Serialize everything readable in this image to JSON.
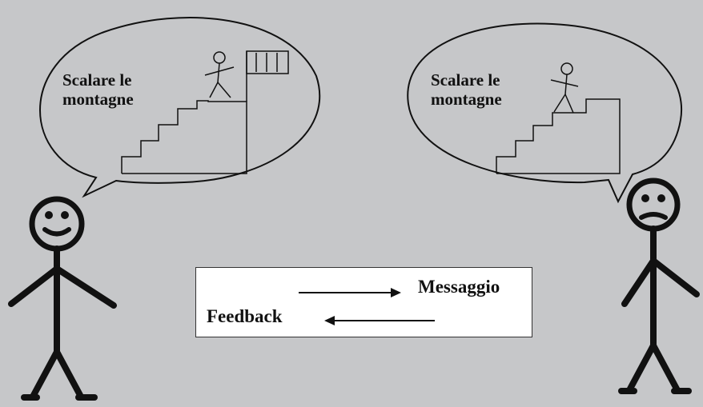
{
  "diagram": {
    "left_bubble": {
      "line1": "Scalare le",
      "line2": "montagne"
    },
    "right_bubble": {
      "line1": "Scalare le",
      "line2": "montagne"
    },
    "legend": {
      "message_label": "Messaggio",
      "feedback_label": "Feedback"
    },
    "colors": {
      "background": "#c6c7c9",
      "stroke": "#111111",
      "legend_fill": "#ffffff"
    },
    "left_person": {
      "expression": "smiling"
    },
    "right_person": {
      "expression": "sad"
    }
  }
}
